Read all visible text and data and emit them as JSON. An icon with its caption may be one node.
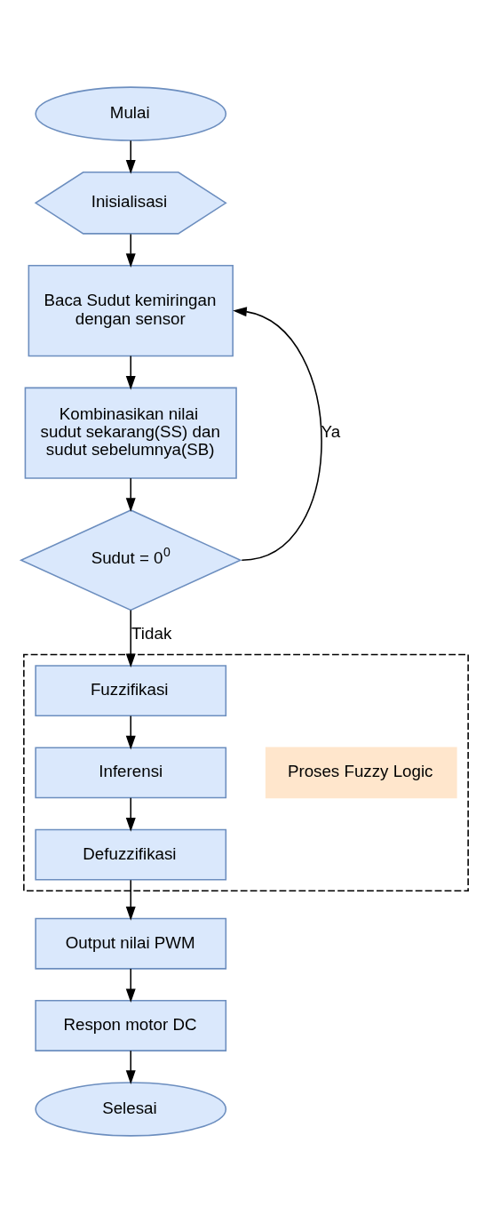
{
  "diagram": {
    "nodes": [
      {
        "text": [
          "Mulai"
        ]
      },
      {
        "text": [
          "Inisialisasi"
        ]
      },
      {
        "text": [
          "Baca Sudut kemiringan dengan sensor"
        ]
      },
      {
        "text": [
          "Kombinasikan nilai sudut sekarang(SS) dan sudut sebelumnya(SB)"
        ]
      },
      {
        "text": [
          "Sudut = 0$^{0}$"
        ]
      },
      {
        "text": [],
        "shape": "box"
      },
      {
        "text": [
          "Proses Fuzzy Logic"
        ],
        "in": 5
      },
      {
        "text": [
          "Fuzzifikasi"
        ],
        "in": 5
      },
      {
        "text": [
          "Inferensi"
        ],
        "in": 5
      },
      {
        "text": [
          "Defuzzifikasi"
        ],
        "in": 5
      },
      {
        "text": [
          "Output nilai PWM"
        ]
      },
      {
        "text": [
          "Respon motor DC"
        ]
      },
      {
        "text": [
          "Selesai"
        ]
      }
    ],
    "edges": [
      {
        "from": 0,
        "to": 1,
        "arrow": "to"
      },
      {
        "from": 1,
        "to": 2,
        "arrow": "to"
      },
      {
        "from": 2,
        "to": 3,
        "arrow": "to"
      },
      {
        "from": 3,
        "to": 4,
        "arrow": "to"
      },
      {
        "from": 4,
        "to": 2,
        "arrow": "to",
        "label": "Ya"
      },
      {
        "from": 4,
        "to": 7,
        "arrow": "to",
        "label": "Tidak"
      },
      {
        "from": 7,
        "to": 8,
        "arrow": "to"
      },
      {
        "from": 8,
        "to": 9,
        "arrow": "to"
      },
      {
        "from": 9,
        "to": 10,
        "arrow": "to"
      },
      {
        "from": 10,
        "to": 11,
        "arrow": "to"
      },
      {
        "from": 11,
        "to": 12,
        "arrow": "to"
      }
    ]
  }
}
